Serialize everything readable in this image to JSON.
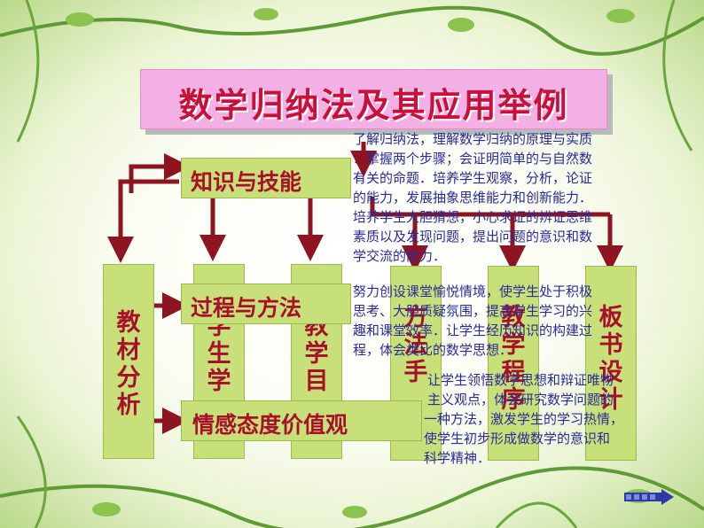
{
  "title": "数学归纳法及其应用举例",
  "goals": {
    "knowledge": "知识与技能",
    "process": "过程与方法",
    "emotion": "情感态度价值观"
  },
  "columns": {
    "textbook": [
      "教",
      "材",
      "分",
      "析"
    ],
    "student": [
      "学",
      "生",
      "学"
    ],
    "teaching": [
      "教",
      "学",
      "目"
    ],
    "method": [
      "方",
      "法",
      "手"
    ],
    "procedure": [
      "教",
      "学",
      "程",
      "序"
    ],
    "board": [
      "板",
      "书",
      "设",
      "计"
    ]
  },
  "descriptions": {
    "knowledge": [
      "了解归纳法，理解数学归纳的原理与实质",
      "．掌握两个步骤；会证明简单的与自然数",
      "有关的命题．培养学生观察，分析，论证",
      "的能力，发展抽象思维能力和创新能力．",
      "培养学生大胆猜想，小心求证的辨证思维",
      "素质以及发现问题，提出问题的意识和数",
      "学交流的能力．"
    ],
    "process": [
      "努力创设课堂愉悦情境，使学生处于积极",
      "思考、大胆质疑氛围，提高学生学习的兴",
      "趣和课堂效率．让学生经历知识的构建过",
      "程，体会类比的数学思想．"
    ],
    "emotion": [
      "让学生领悟数学思想和辩证唯物",
      "主义观点，体会研究数学问题的",
      "一种方法，激发学生的学习热情，",
      "使学生初步形成做数学的意识和",
      "科学精神．"
    ]
  },
  "colors": {
    "title_bg": "#f2b0e4",
    "title_text": "#c8103c",
    "box_green": "#c7e07a",
    "box_text": "#a8102a",
    "arrow": "#8e1422",
    "para_text": "#2a2a9a"
  },
  "icons": [
    "next-arrow-icon"
  ]
}
